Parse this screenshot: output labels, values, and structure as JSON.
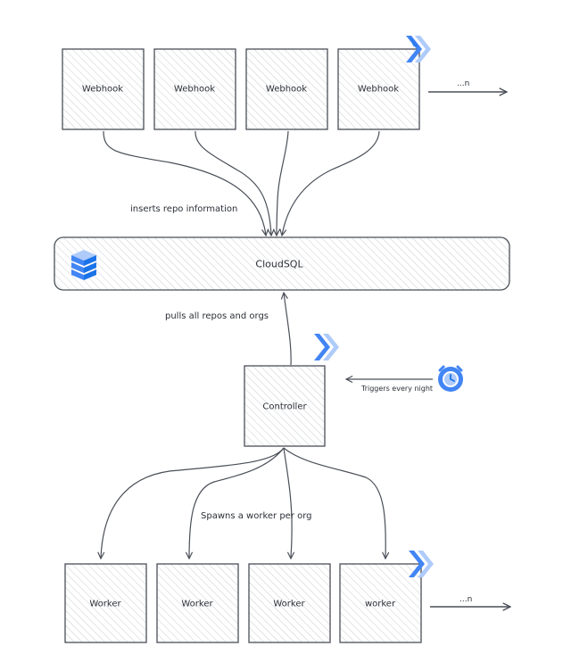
{
  "webhooks": [
    "Webhook",
    "Webhook",
    "Webhook",
    "Webhook"
  ],
  "webhooks_more": "...n",
  "insert_note": "inserts repo information",
  "database": "CloudSQL",
  "pull_note": "pulls all repos and orgs",
  "controller": "Controller",
  "trigger_note": "Triggers every night",
  "spawn_note": "Spawns a worker per org",
  "workers": [
    "Worker",
    "Worker",
    "Worker",
    "worker"
  ],
  "workers_more": "...n",
  "icons": {
    "deploy": "cloud-run-icon",
    "database": "cloud-sql-icon",
    "scheduler": "cloud-scheduler-icon"
  },
  "colors": {
    "stroke": "#4a4f57",
    "box_fill": "#f2f3f4",
    "hatch": "#c9ccd0",
    "google_blue": "#4285f4",
    "google_blue_dark": "#1a73e8",
    "google_blue_light": "#aecbfa"
  }
}
